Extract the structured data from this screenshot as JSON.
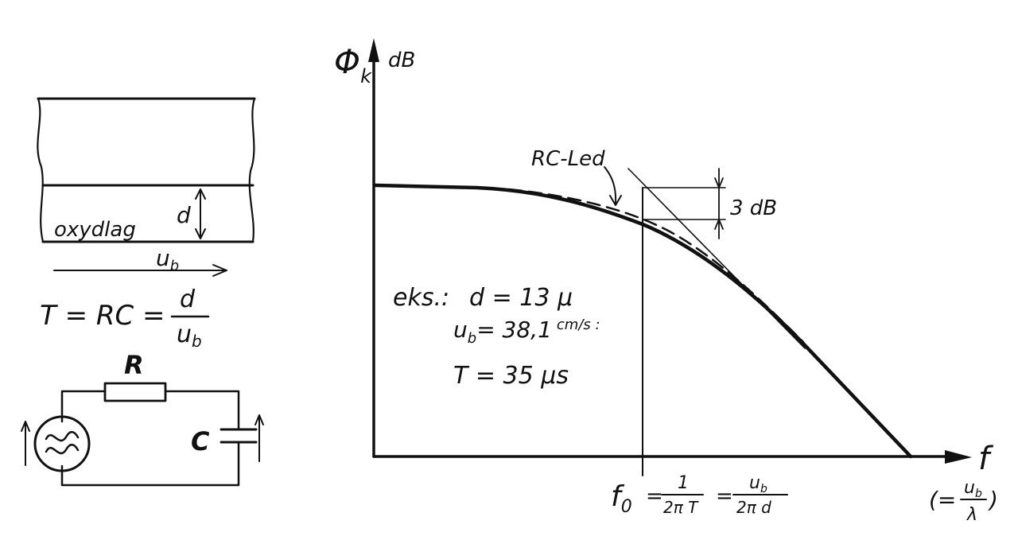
{
  "left_panel": {
    "layer_label": "oxydlag",
    "thickness_label": "d",
    "velocity_label": "u",
    "velocity_subscript": "b",
    "formula": {
      "lhs": "T = RC =",
      "numerator": "d",
      "denominator": "u",
      "denominator_subscript": "b"
    },
    "circuit": {
      "resistor_label": "R",
      "capacitor_label": "C"
    }
  },
  "graph": {
    "y_axis_symbol": "Φ",
    "y_axis_subscript": "k",
    "y_axis_unit": "dB",
    "x_axis_symbol": "f",
    "curve_label": "RC-Led",
    "drop_label": "3 dB",
    "example": {
      "prefix": "eks.:",
      "line1": "d = 13 μ",
      "line2_symbol": "u",
      "line2_subscript": "b",
      "line2_value": "= 38,1",
      "line2_unit": "cm/s :",
      "line3": "T = 35 μs"
    },
    "f0_formula": {
      "symbol": "f",
      "symbol_subscript": "0",
      "eq1": "=",
      "frac1_num": "1",
      "frac1_den": "2π T",
      "eq2": "=",
      "frac2_num": "u",
      "frac2_num_sub": "b",
      "frac2_den": "2π d"
    },
    "x_alt_formula": {
      "open": "(=",
      "num": "u",
      "num_sub": "b",
      "den": "λ",
      "close": ")"
    }
  }
}
